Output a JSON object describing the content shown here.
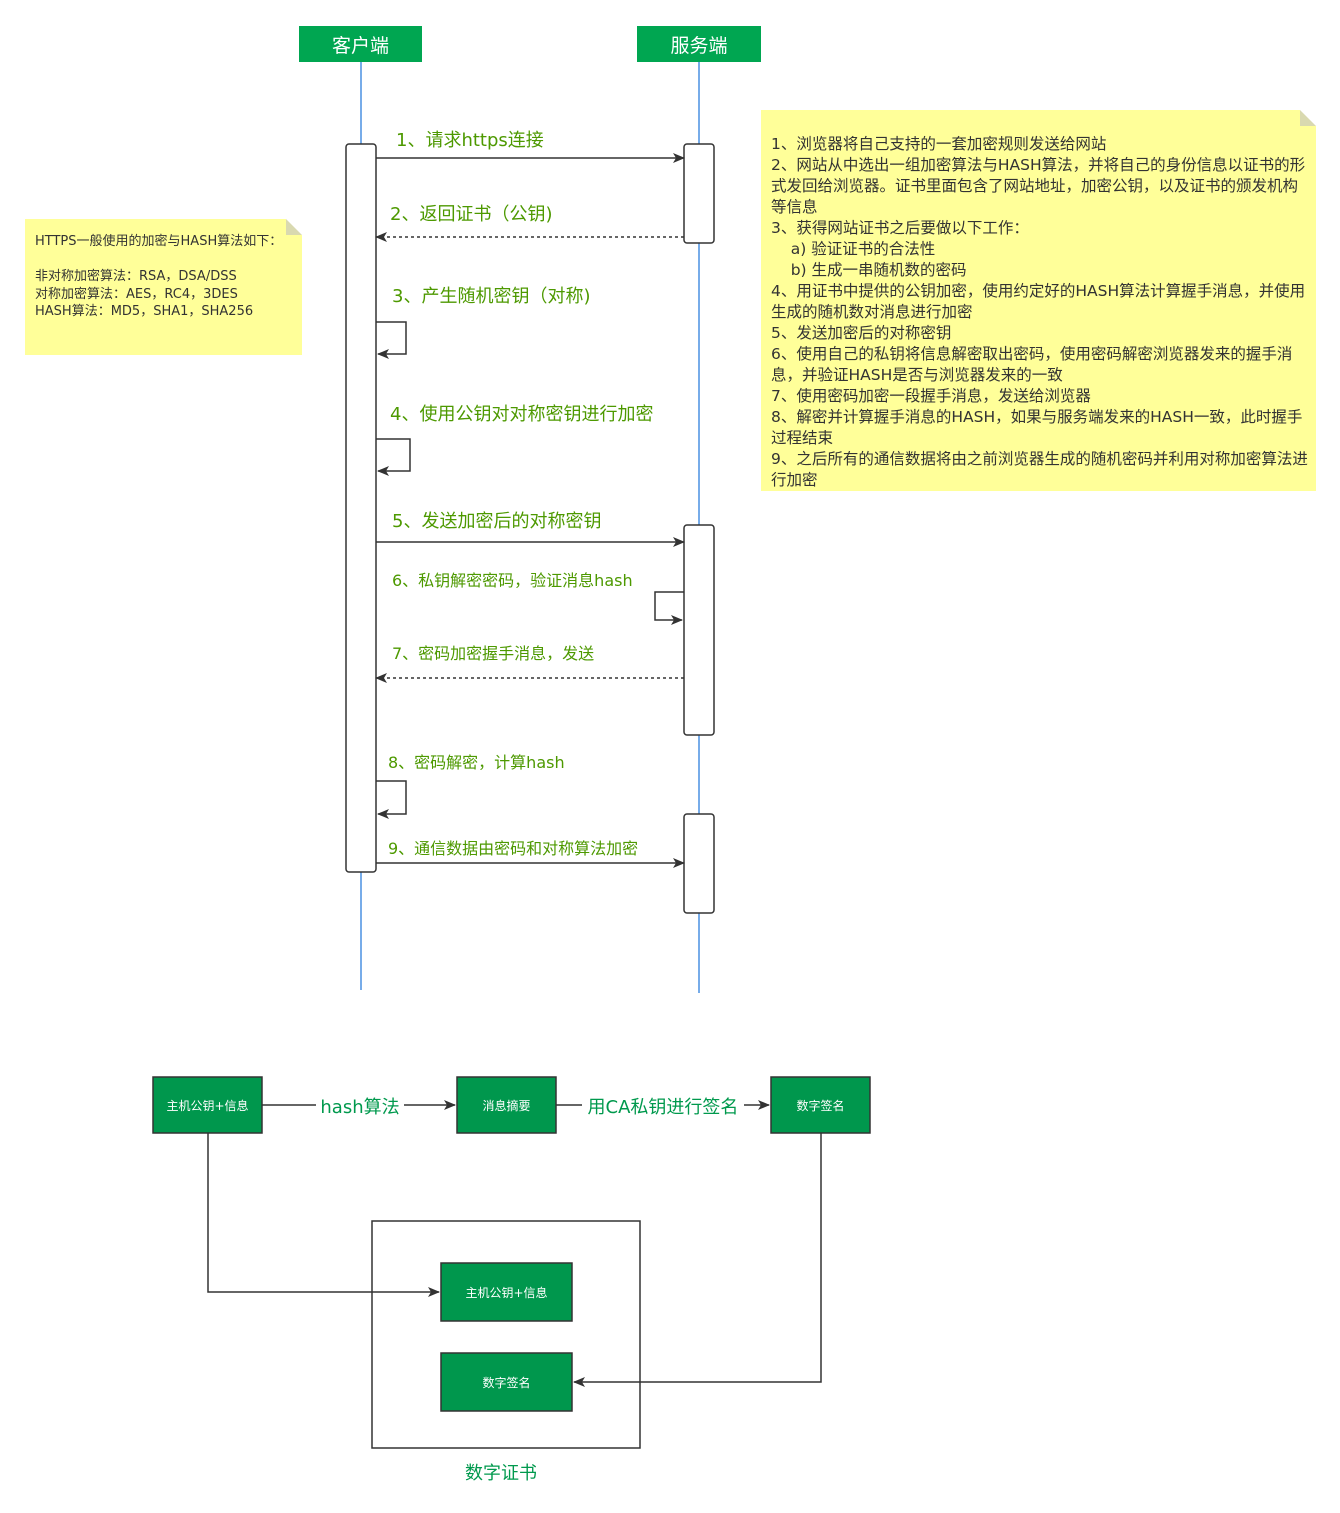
{
  "sequence": {
    "participants": {
      "client": "客户端",
      "server": "服务端"
    },
    "messages": [
      {
        "id": "m1",
        "label": "1、请求https连接"
      },
      {
        "id": "m2",
        "label": "2、返回证书（公钥)"
      },
      {
        "id": "m3",
        "label": "3、产生随机密钥（对称)"
      },
      {
        "id": "m4",
        "label": "4、使用公钥对对称密钥进行加密"
      },
      {
        "id": "m5",
        "label": "5、发送加密后的对称密钥"
      },
      {
        "id": "m6",
        "label": "6、私钥解密密码，验证消息hash"
      },
      {
        "id": "m7",
        "label": "7、密码加密握手消息，发送"
      },
      {
        "id": "m8",
        "label": "8、密码解密，计算hash"
      },
      {
        "id": "m9",
        "label": "9、通信数据由密码和对称算法加密"
      }
    ]
  },
  "notes": {
    "algorithms": [
      "HTTPS一般使用的加密与HASH算法如下：",
      "",
      "非对称加密算法：RSA，DSA/DSS",
      "对称加密算法：AES，RC4，3DES",
      "HASH算法：MD5，SHA1，SHA256"
    ],
    "steps": [
      "1、浏览器将自己支持的一套加密规则发送给网站",
      "2、网站从中选出一组加密算法与HASH算法，并将自己的身份信息以证书的形式发回给浏览器。证书里面包含了网站地址，加密公钥，以及证书的颁发机构等信息",
      "3、获得网站证书之后要做以下工作：",
      "    a) 验证证书的合法性",
      "    b) 生成一串随机数的密码",
      "4、用证书中提供的公钥加密，使用约定好的HASH算法计算握手消息，并使用生成的随机数对消息进行加密",
      "5、发送加密后的对称密钥",
      "6、使用自己的私钥将信息解密取出密码，使用密码解密浏览器发来的握手消息，并验证HASH是否与浏览器发来的一致",
      "7、使用密码加密一段握手消息，发送给浏览器",
      "8、解密并计算握手消息的HASH，如果与服务端发来的HASH一致，此时握手过程结束",
      "9、之后所有的通信数据将由之前浏览器生成的随机密码并利用对称加密算法进行加密"
    ]
  },
  "certificate": {
    "nodes": {
      "source": "主机公钥+信息",
      "digest": "消息摘要",
      "signature": "数字签名",
      "cert_info": "主机公钥+信息",
      "cert_signature": "数字签名"
    },
    "edges": {
      "hash": "hash算法",
      "sign": "用CA私钥进行签名"
    },
    "container_label": "数字证书"
  },
  "colors": {
    "header_green": "#00a651",
    "node_green": "#00974d",
    "label_green": "#4d9900",
    "edge_label_green": "#00994d",
    "lifeline_blue": "#4a90e2",
    "note_yellow": "#ffff99"
  }
}
